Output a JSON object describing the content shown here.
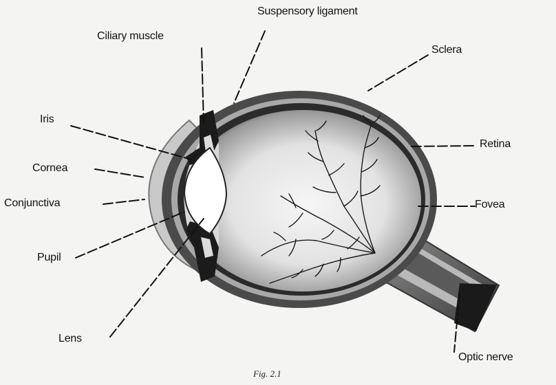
{
  "diagram": {
    "labels": {
      "suspensory_ligament": "Suspensory ligament",
      "ciliary_muscle": "Ciliary muscle",
      "sclera": "Sclera",
      "iris": "Iris",
      "retina": "Retina",
      "cornea": "Cornea",
      "conjunctiva": "Conjunctiva",
      "fovea": "Fovea",
      "pupil": "Pupil",
      "lens": "Lens",
      "optic_nerve": "Optic nerve"
    },
    "caption": "Fig. 2.1"
  }
}
